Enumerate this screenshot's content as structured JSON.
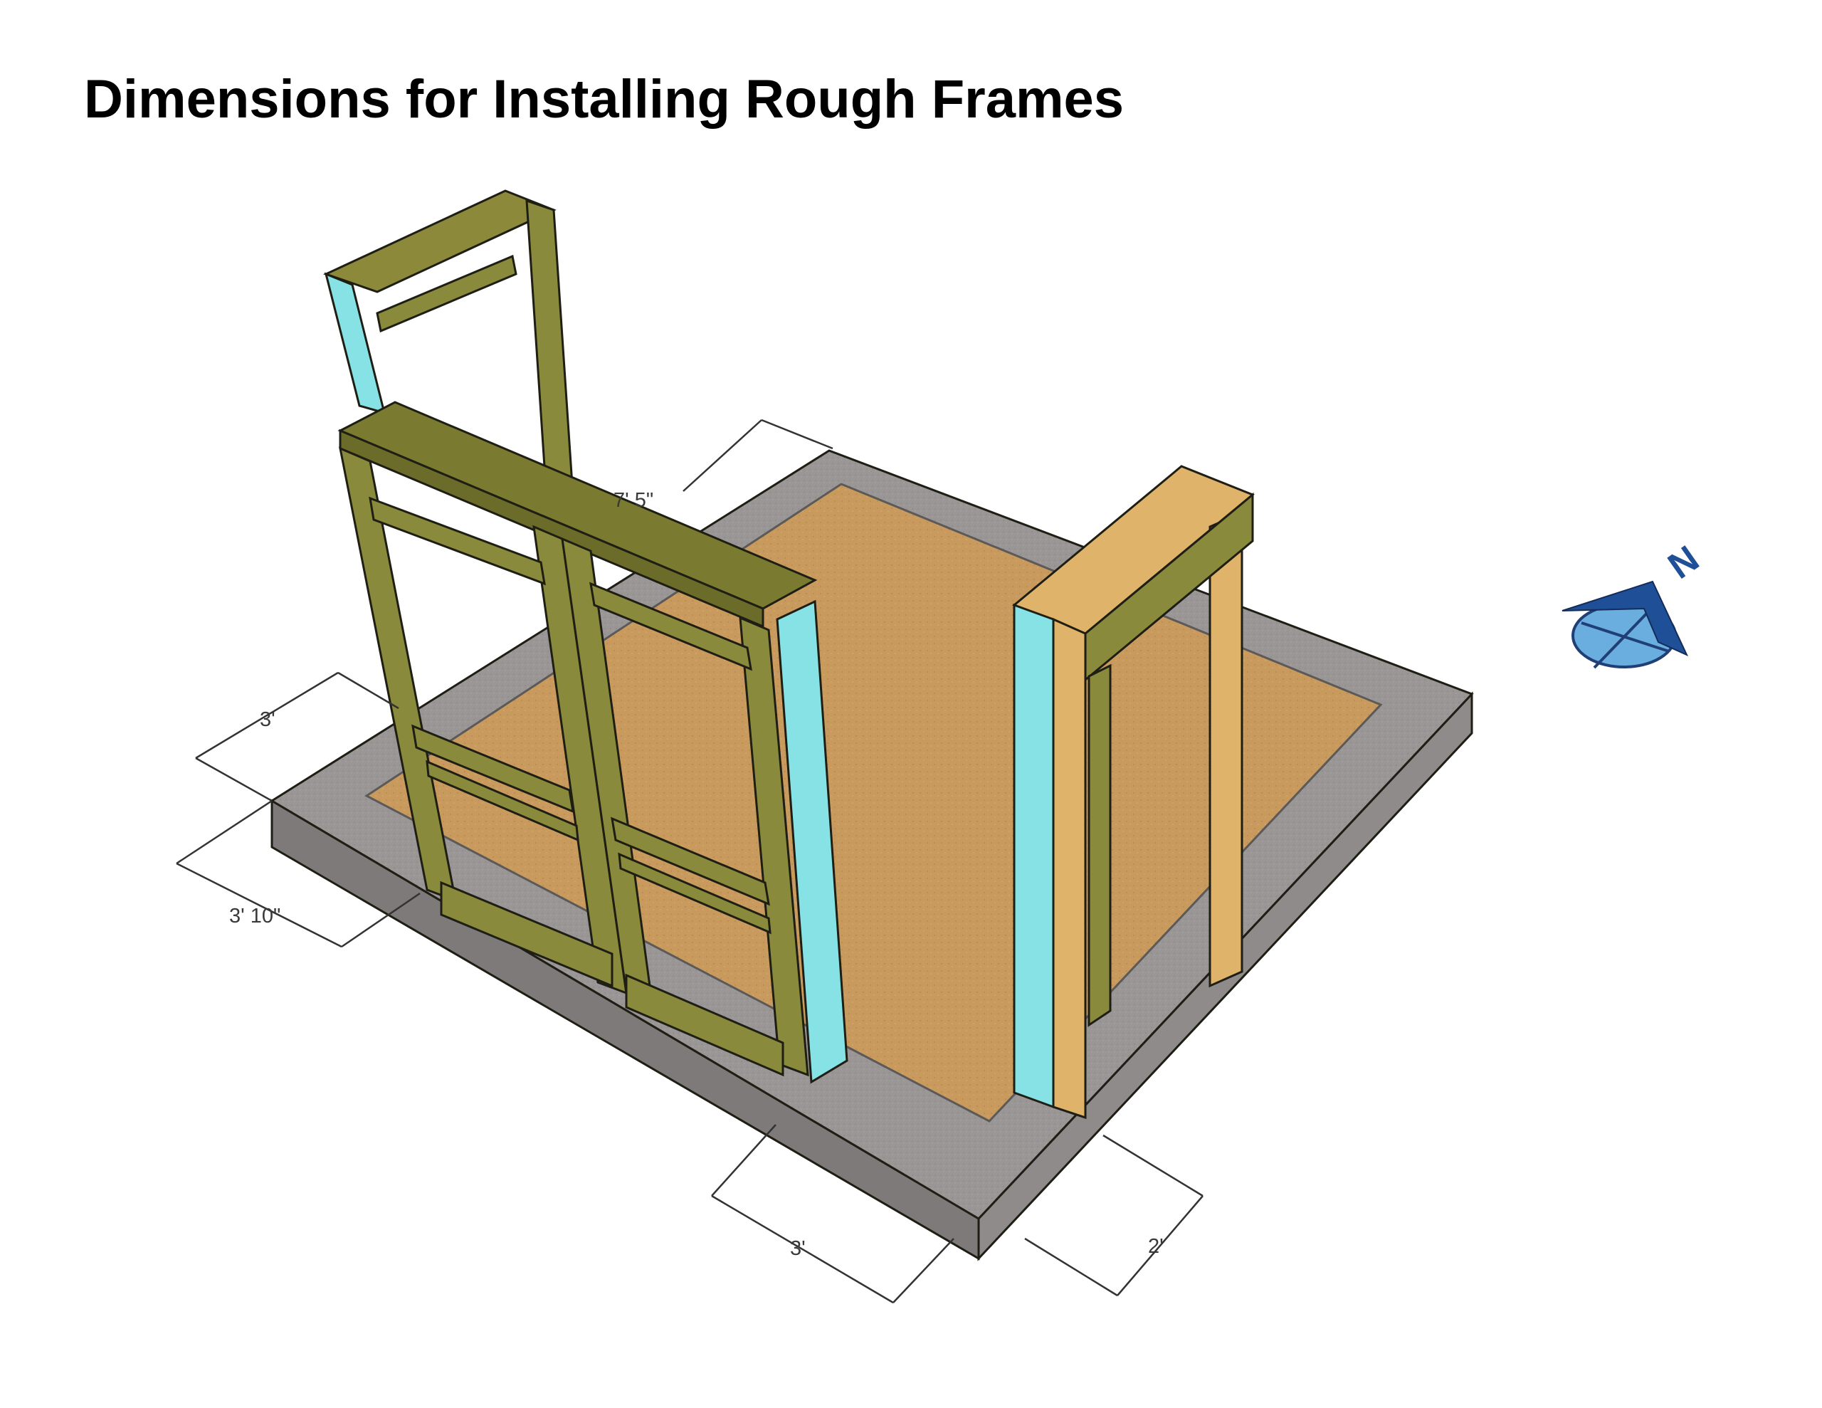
{
  "title": "Dimensions for Installing Rough Frames",
  "dimensions": {
    "top_back": "7' 5\"",
    "left_upper": "3'",
    "left_lower": "3' 10\"",
    "bottom_center": "3'",
    "bottom_right": "2'"
  },
  "compass": {
    "label": "N",
    "icon": "north-arrow-icon"
  },
  "colors": {
    "concrete_top": "#9c9898",
    "concrete_front": "#7f7b7a",
    "floor": "#c99a5e",
    "stud_wood": "#8a8a3c",
    "header_wood": "#7a7a30",
    "osb_header": "#e0b36a",
    "insulation": "#86e2e4",
    "compass_disc": "#6aaee0",
    "compass_arrow": "#1f4f96"
  }
}
